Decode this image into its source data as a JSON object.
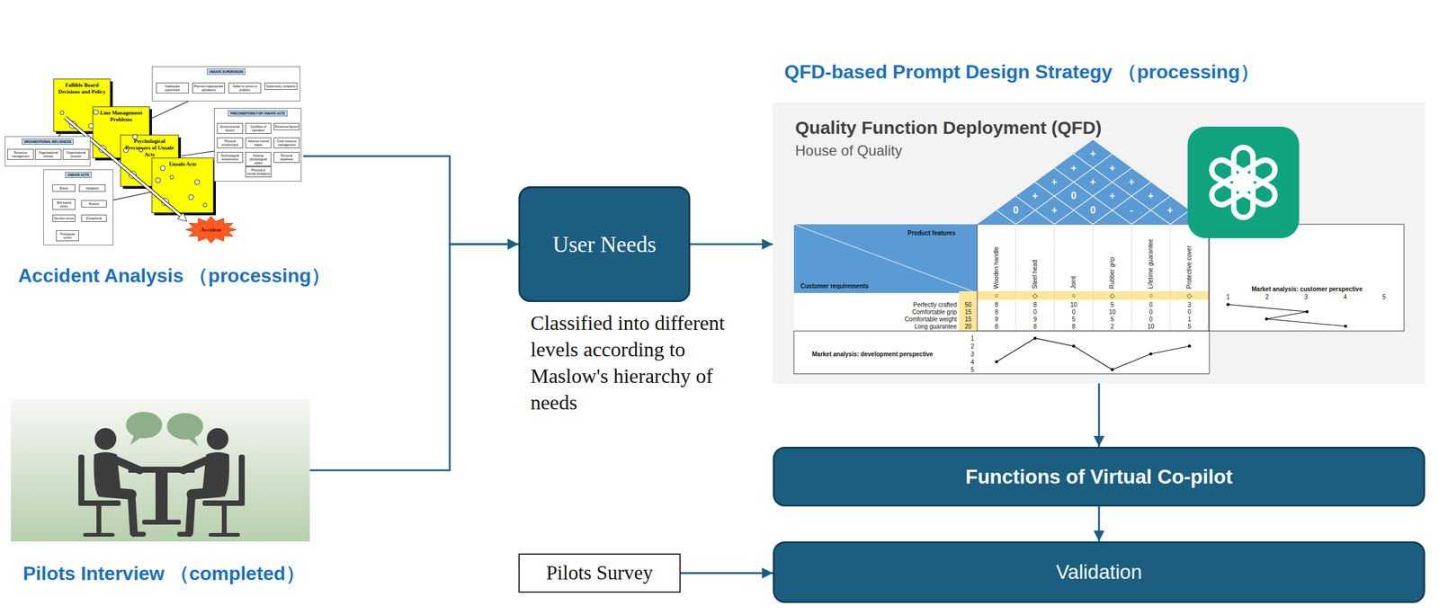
{
  "diagram": {
    "nodes": [
      {
        "text": [
          "Accident Analysis （processing）"
        ]
      },
      {
        "text": [
          "Fallible Board Decisions and Policy"
        ],
        "in": 0
      },
      {
        "text": [
          "Line Management Problems"
        ],
        "in": 0
      },
      {
        "text": [
          "Psychological Precursors of Unsafe Acts"
        ],
        "in": 0
      },
      {
        "text": [
          "Unsafe Acts"
        ],
        "in": 0
      },
      {
        "text": [
          "Accident"
        ],
        "in": 0
      },
      {
        "text": [
          "UNSAFE SUPERVISION"
        ],
        "in": 0
      },
      {
        "text": [
          "Inadequate supervision"
        ],
        "in": 6
      },
      {
        "text": [
          "Planned inappropriate operations"
        ],
        "in": 6
      },
      {
        "text": [
          "Failed to correct a problem"
        ],
        "in": 6
      },
      {
        "text": [
          "Supervisory violations"
        ],
        "in": 6
      },
      {
        "text": [
          "PRECONDITIONS FOR UNSAFE ACTS"
        ],
        "in": 0
      },
      {
        "text": [
          "Environmental factors"
        ],
        "in": 11
      },
      {
        "text": [
          "Condition of operators"
        ],
        "in": 11
      },
      {
        "text": [
          "Personnel factors"
        ],
        "in": 11
      },
      {
        "text": [
          "Physical environment"
        ],
        "in": 11
      },
      {
        "text": [
          "Adverse mental states"
        ],
        "in": 11
      },
      {
        "text": [
          "Crew resource management"
        ],
        "in": 11
      },
      {
        "text": [
          "Technological environment"
        ],
        "in": 11
      },
      {
        "text": [
          "Adverse physiological states"
        ],
        "in": 11
      },
      {
        "text": [
          "Personal readiness"
        ],
        "in": 11
      },
      {
        "text": [
          "Physical & mental limitations"
        ],
        "in": 11
      },
      {
        "text": [
          "ORGANIZATIONAL INFLUENCES"
        ],
        "in": 0
      },
      {
        "text": [
          "Resource management"
        ],
        "in": 22
      },
      {
        "text": [
          "Organizational climate"
        ],
        "in": 22
      },
      {
        "text": [
          "Organizational process"
        ],
        "in": 22
      },
      {
        "text": [
          "UNSAFE ACTS"
        ],
        "in": 0
      },
      {
        "text": [
          "Errors"
        ],
        "in": 26
      },
      {
        "text": [
          "Violations"
        ],
        "in": 26
      },
      {
        "text": [
          "Skill-based errors"
        ],
        "in": 26
      },
      {
        "text": [
          "Routine"
        ],
        "in": 26
      },
      {
        "text": [
          "Decision errors"
        ],
        "in": 26
      },
      {
        "text": [
          "Exceptional"
        ],
        "in": 26
      },
      {
        "text": [
          "Perceptual errors"
        ],
        "in": 26
      },
      {
        "text": [
          "Pilots Interview （completed）"
        ]
      },
      {
        "text": [
          "User Needs"
        ]
      },
      {
        "text": [
          "QFD-based Prompt Design Strategy （processing）"
        ]
      },
      {
        "text": [
          "Functions of Virtual Co-pilot"
        ]
      },
      {
        "text": [
          "Pilots Survey"
        ]
      },
      {
        "text": [
          "Validation"
        ]
      }
    ],
    "edges": [
      {
        "from": 0,
        "to": 35,
        "arrow": "to"
      },
      {
        "from": 34,
        "to": 35,
        "arrow": "to"
      },
      {
        "from": 35,
        "to": 36,
        "arrow": "to"
      },
      {
        "from": 36,
        "to": 37,
        "arrow": "to"
      },
      {
        "from": 37,
        "to": 39,
        "arrow": "to"
      },
      {
        "from": 38,
        "to": 39,
        "arrow": "to"
      },
      {
        "from": 1,
        "to": 22,
        "arrow": "none"
      },
      {
        "from": 2,
        "to": 6,
        "arrow": "none"
      },
      {
        "from": 3,
        "to": 11,
        "arrow": "none"
      },
      {
        "from": 4,
        "to": 26,
        "arrow": "none"
      }
    ],
    "labels": [
      "Classified into different levels according to Maslow's hierarchy of needs",
      "Quality Function Deployment (QFD)",
      "House of Quality",
      "+",
      "+",
      "+",
      "+",
      "+",
      "+",
      "+",
      "0",
      "+",
      "+",
      "0",
      "+",
      "0",
      "-",
      "+",
      "Product features",
      "Customer requirements",
      "Wooden handle",
      "Steel head",
      "Joint",
      "Rubber grip",
      "Lifetime guarantee",
      "Protective cover",
      "○",
      "◇",
      "○",
      "◇",
      "○",
      "◇",
      "Perfectly crafted",
      "50",
      "8",
      "8",
      "10",
      "5",
      "0",
      "3",
      "Comfortable grip",
      "15",
      "8",
      "0",
      "0",
      "10",
      "0",
      "0",
      "Comfortable weight",
      "15",
      "9",
      "9",
      "5",
      "5",
      "0",
      "1",
      "Long guarantee",
      "20",
      "8",
      "8",
      "8",
      "2",
      "10",
      "5",
      "Market analysis: customer perspective",
      "1",
      "2",
      "3",
      "4",
      "5",
      "Market analysis: development perspective",
      "1",
      "2",
      "3",
      "4",
      "5"
    ]
  }
}
